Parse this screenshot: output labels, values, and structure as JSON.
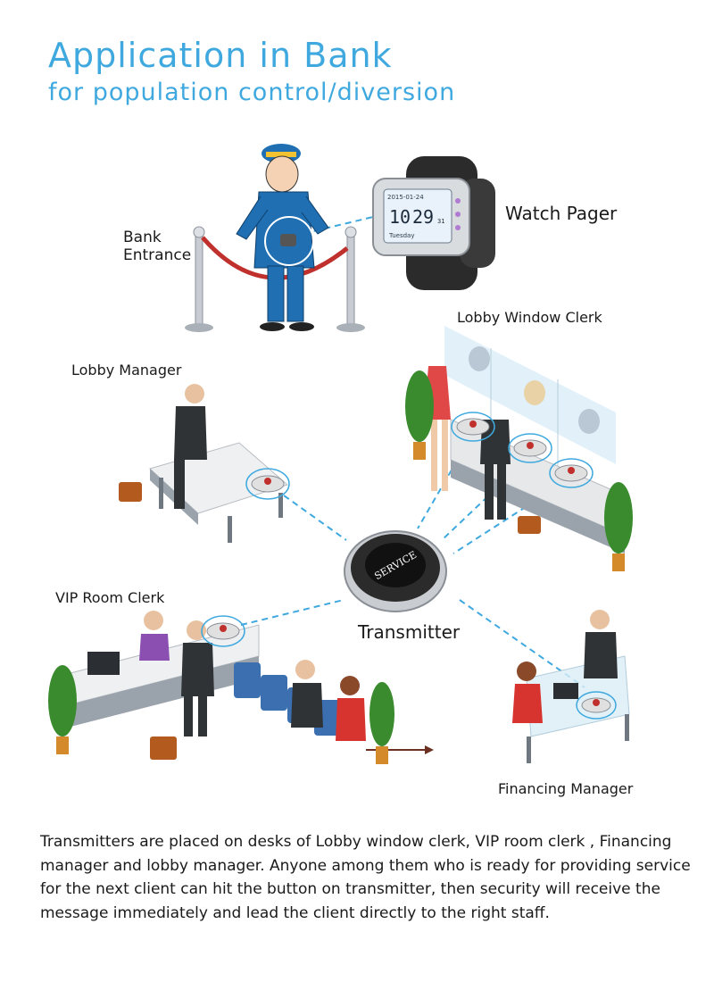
{
  "header": {
    "title": "Application in Bank",
    "subtitle": "for population control/diversion"
  },
  "labels": {
    "bank_entrance_line1": "Bank",
    "bank_entrance_line2": "Entrance",
    "watch_pager": "Watch Pager",
    "lobby_window_clerk": "Lobby Window Clerk",
    "lobby_manager": "Lobby Manager",
    "vip_room_clerk": "VIP Room Clerk",
    "transmitter": "Transmitter",
    "financing_manager": "Financing Manager"
  },
  "watch_display": {
    "date": "2015-01-24",
    "hour": "10",
    "minute": "29",
    "seconds": "31",
    "day": "Tuesday"
  },
  "transmitter_text": "SERVICE",
  "description": "Transmitters are placed on desks of Lobby window clerk, VIP room clerk , Financing  manager and lobby manager. Anyone among them who is ready for providing service for the next client can hit the button on transmitter, then security will receive the message immediately and lead the client directly to the right staff.",
  "colors": {
    "title": "#3fa9df",
    "signal_line": "#3fa9df"
  }
}
